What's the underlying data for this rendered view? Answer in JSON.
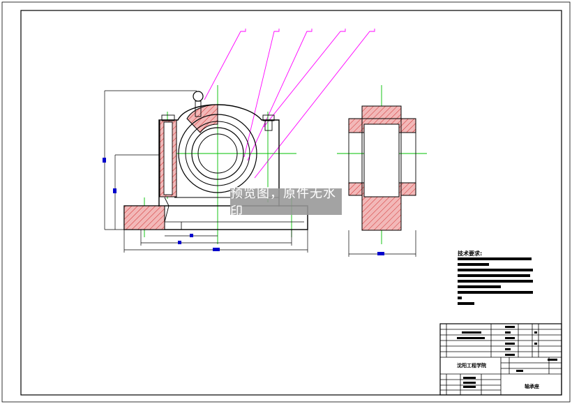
{
  "watermark": {
    "text": "预览图，原件无水印"
  },
  "technical_requirements": {
    "title": "技术要求:"
  },
  "title_block": {
    "company": "沈阳工程学院",
    "drawing_name": "轴承座"
  },
  "colors": {
    "magenta_leader": "#ff00ff",
    "centerline": "#00c000",
    "hatch_fill": "#f2b8b8",
    "hatch_line": "#d23030",
    "dimension_mark": "#0000cc",
    "outline": "#000000"
  }
}
